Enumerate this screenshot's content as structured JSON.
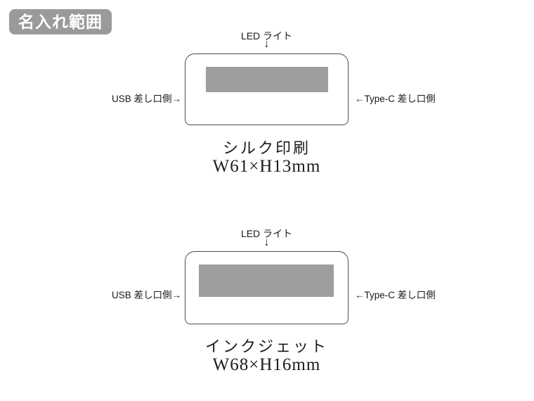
{
  "page": {
    "title_badge": "名入れ範囲"
  },
  "icons": {
    "down_arrow": "↓"
  },
  "colors": {
    "badge_bg": "#9a9a9a",
    "print_area_fill": "#9e9e9e",
    "device_outline": "#4a4a4a",
    "text": "#1a1a1a"
  },
  "diagrams": [
    {
      "led_label": "LED ライト",
      "left_label": "USB 差し口側→",
      "right_label": "←Type-C 差し口側",
      "method": "シルク印刷",
      "size": "W61×H13mm"
    },
    {
      "led_label": "LED ライト",
      "left_label": "USB 差し口側→",
      "right_label": "←Type-C 差し口側",
      "method": "インクジェット",
      "size": "W68×H16mm"
    }
  ]
}
